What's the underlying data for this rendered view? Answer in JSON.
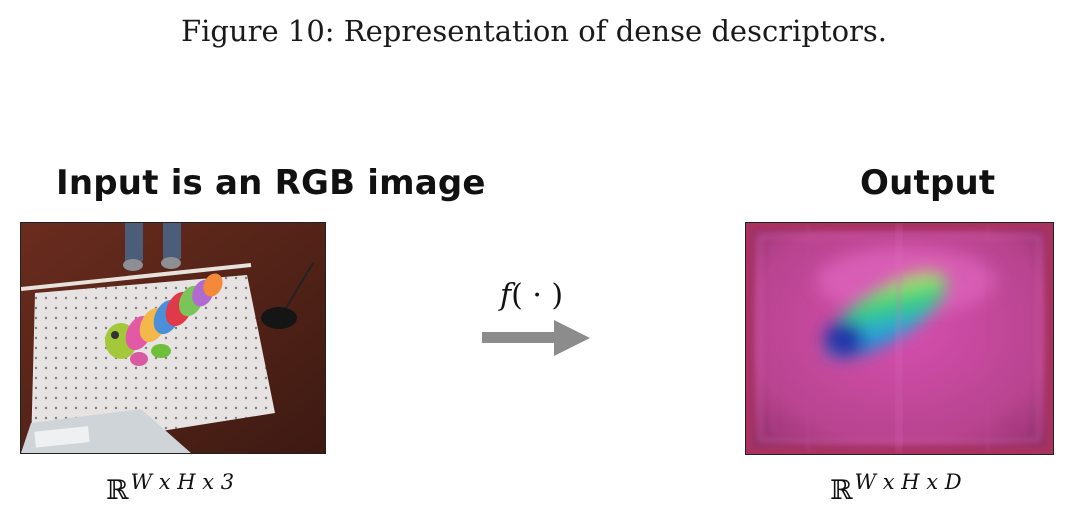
{
  "caption": "Figure 10: Representation of dense descriptors.",
  "input_heading": "Input is an RGB image",
  "output_heading": "Output",
  "function": {
    "name": "f",
    "args": "( · )"
  },
  "input_space": {
    "symbol": "ℝ",
    "exponent": "W x H x 3"
  },
  "output_space": {
    "symbol": "ℝ",
    "exponent": "W x H x D"
  },
  "colors": {
    "arrow": "#8c8c8c",
    "output_base": "#c0449a"
  }
}
